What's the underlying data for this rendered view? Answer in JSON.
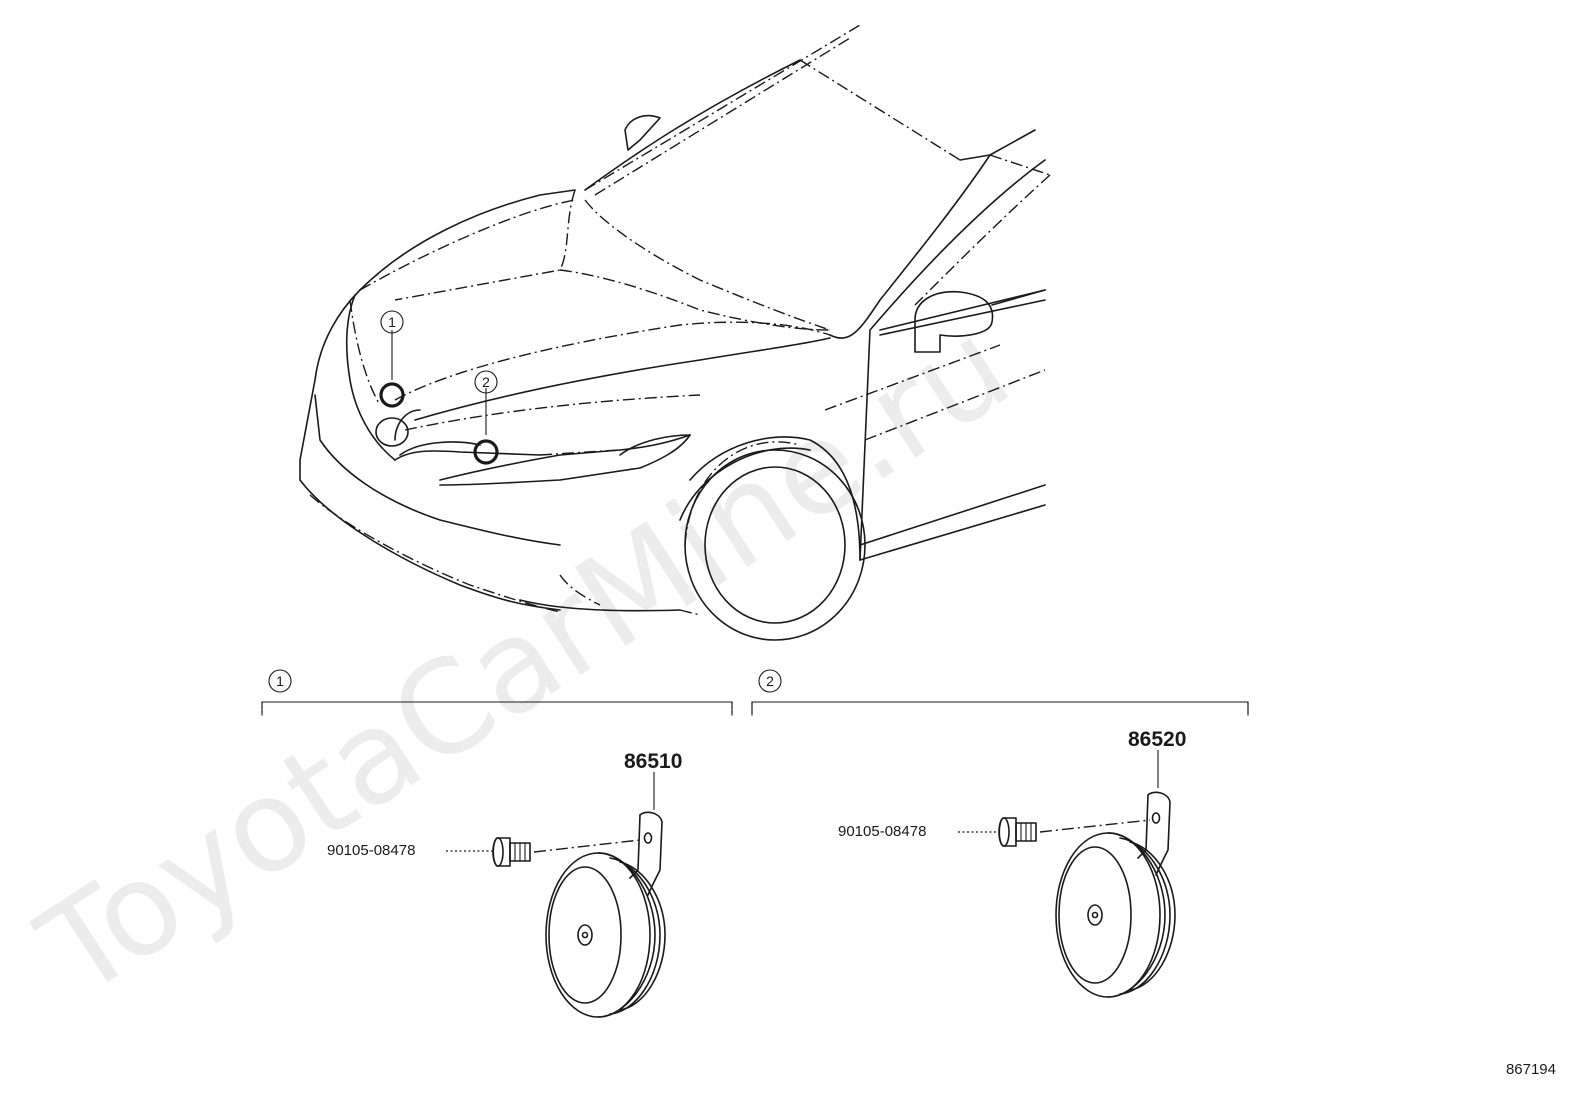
{
  "watermark": "ToyotaCarMine.ru",
  "illustration_code": "867194",
  "callouts": [
    "1",
    "2"
  ],
  "groups": [
    {
      "number": "1",
      "part_number": "86510",
      "bolt_part_number": "90105-08478"
    },
    {
      "number": "2",
      "part_number": "86520",
      "bolt_part_number": "90105-08478"
    }
  ]
}
